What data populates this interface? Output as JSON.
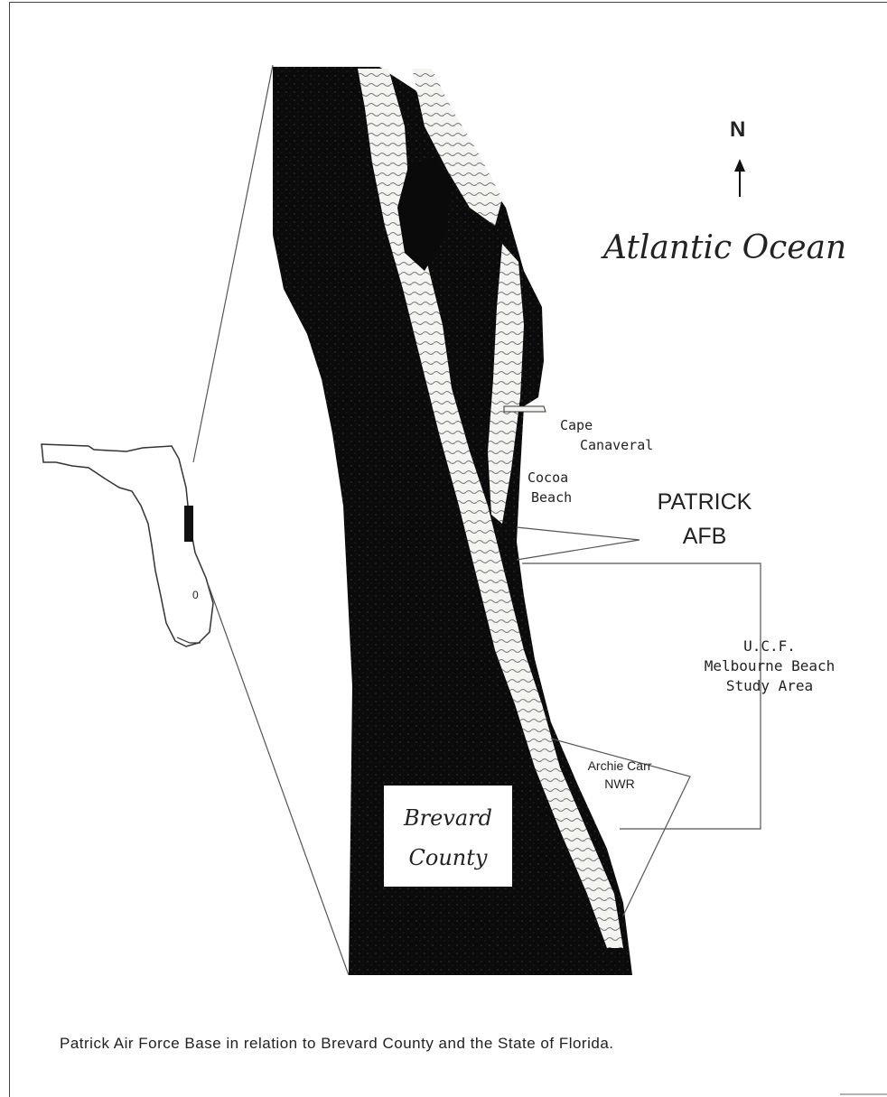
{
  "map": {
    "north_label": "N",
    "ocean_label": "Atlantic Ocean",
    "county_label": "Brevard County",
    "places": {
      "cape": "Cape",
      "canaveral": "Canaveral",
      "cocoa": "Cocoa",
      "beach": "Beach",
      "archie": "Archie Carr",
      "nwr": "NWR"
    },
    "base": {
      "line1": "PATRICK",
      "line2": "AFB"
    },
    "study_area": {
      "line1": "U.C.F.",
      "line2": "Melbourne Beach",
      "line3": "Study Area"
    },
    "inset_label": "0"
  },
  "caption": "Patrick Air Force Base in relation to Brevard County and the State of Florida.",
  "colors": {
    "land": "#0a0a0a",
    "lagoon": "#f4f4f0",
    "line": "#555555",
    "paper": "#ffffff"
  }
}
